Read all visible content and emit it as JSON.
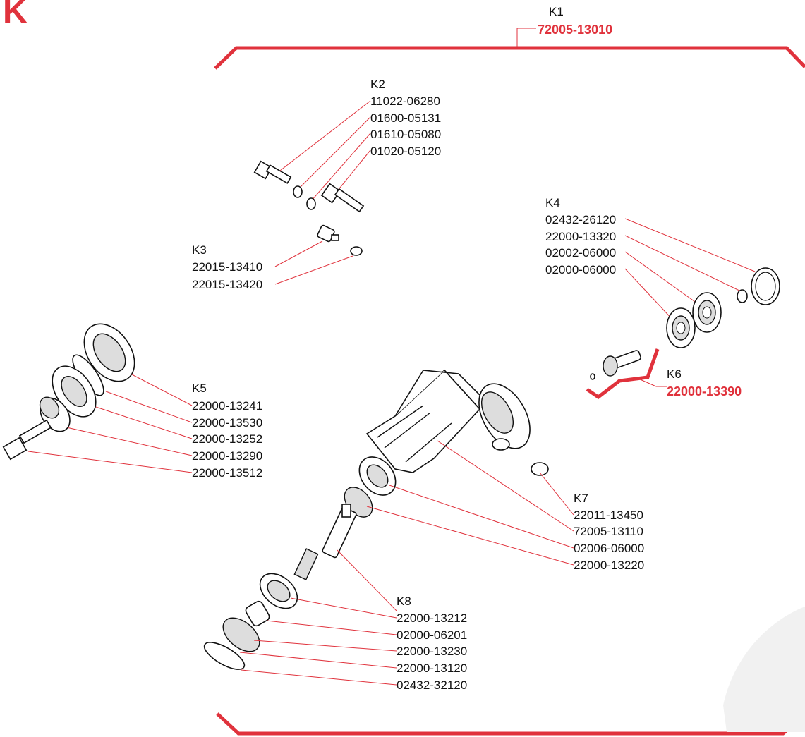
{
  "section_letter": "K",
  "groups": {
    "k1": {
      "label": "K1",
      "part": "72005-13010"
    },
    "k2": {
      "label": "K2",
      "parts": [
        "11022-06280",
        "01600-05131",
        "01610-05080",
        "01020-05120"
      ]
    },
    "k3": {
      "label": "K3",
      "parts": [
        "22015-13410",
        "22015-13420"
      ]
    },
    "k4": {
      "label": "K4",
      "parts": [
        "02432-26120",
        "22000-13320",
        "02002-06000",
        "02000-06000"
      ]
    },
    "k5": {
      "label": "K5",
      "parts": [
        "22000-13241",
        "22000-13530",
        "22000-13252",
        "22000-13290",
        "22000-13512"
      ]
    },
    "k6": {
      "label": "K6",
      "part": "22000-13390"
    },
    "k7": {
      "label": "K7",
      "parts": [
        "22011-13450",
        "72005-13110",
        "02006-06000",
        "22000-13220"
      ]
    },
    "k8": {
      "label": "K8",
      "parts": [
        "22000-13212",
        "02000-06201",
        "22000-13230",
        "22000-13120",
        "02432-32120"
      ]
    }
  },
  "colors": {
    "accent": "#e0323c",
    "line": "#111111",
    "bg": "#ffffff"
  }
}
